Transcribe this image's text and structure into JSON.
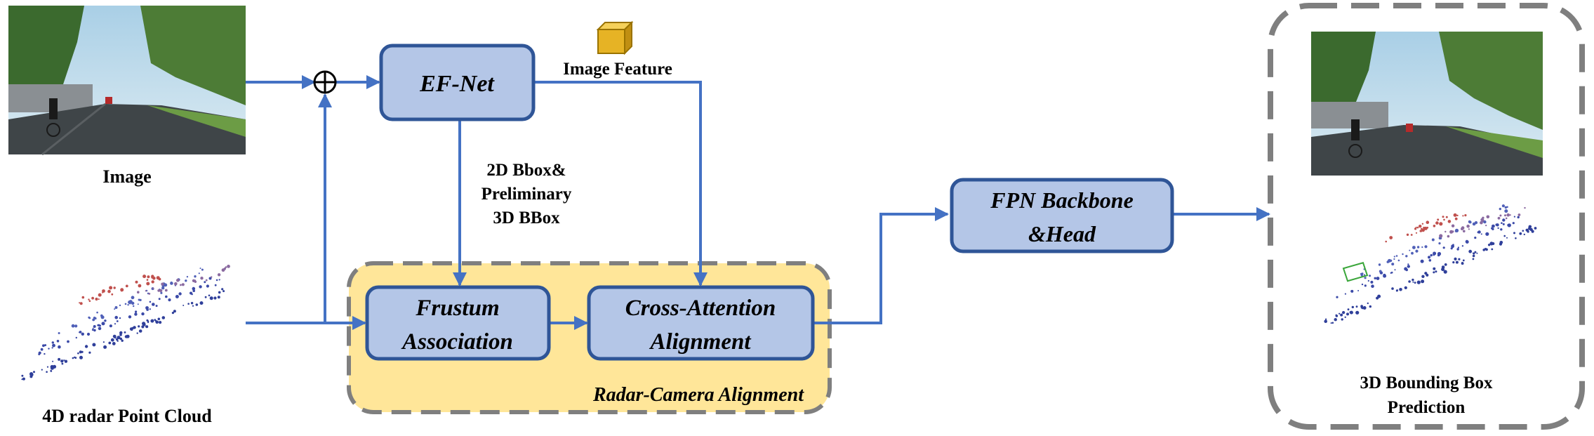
{
  "inputs": {
    "image_label": "Image",
    "radar_label": "4D radar Point Cloud"
  },
  "blocks": {
    "ef_net": "EF-Net",
    "frustum_line1": "Frustum",
    "frustum_line2": "Association",
    "cross_line1": "Cross-Attention",
    "cross_line2": "Alignment",
    "fpn_line1": "FPN Backbone",
    "fpn_line2": "&Head"
  },
  "edges": {
    "image_feature": "Image Feature",
    "bbox_line1": "2D Bbox&",
    "bbox_line2": "Preliminary",
    "bbox_line3": "3D BBox"
  },
  "groups": {
    "alignment_title": "Radar-Camera Alignment"
  },
  "output": {
    "line1": "3D Bounding Box",
    "line2": "Prediction"
  },
  "colors": {
    "block_fill": "#b4c6e7",
    "block_border": "#2f5597",
    "arrow": "#4472c4",
    "alignment_fill": "#ffe699",
    "dashed_border": "#7f7f7f",
    "feature_cube": "#e6b325"
  },
  "icons": {
    "sum_node": "circle-plus-icon",
    "feature": "cube-icon"
  }
}
